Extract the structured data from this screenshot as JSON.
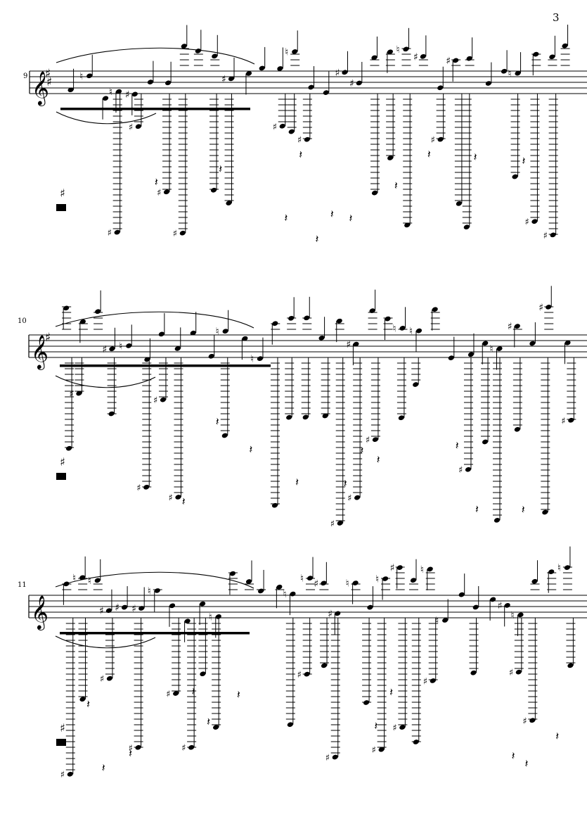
{
  "page": {
    "number": "3"
  },
  "systems": [
    {
      "measure_number": "9",
      "clef": "treble",
      "key_signature": [
        "F#",
        "C#"
      ]
    },
    {
      "measure_number": "10",
      "clef": "treble",
      "key_signature": [
        "F#"
      ]
    },
    {
      "measure_number": "11",
      "clef": "treble",
      "key_signature": []
    }
  ]
}
